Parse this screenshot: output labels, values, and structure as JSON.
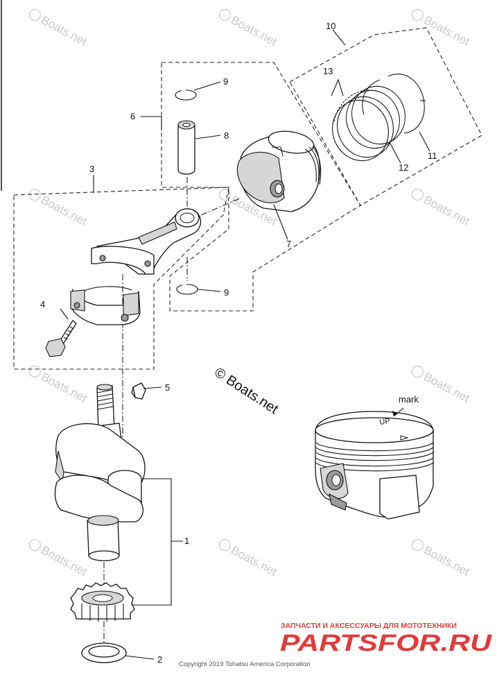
{
  "callouts": [
    {
      "id": "1",
      "label": "1"
    },
    {
      "id": "2",
      "label": "2"
    },
    {
      "id": "3",
      "label": "3"
    },
    {
      "id": "4",
      "label": "4"
    },
    {
      "id": "5",
      "label": "5"
    },
    {
      "id": "6",
      "label": "6"
    },
    {
      "id": "7",
      "label": "7"
    },
    {
      "id": "8",
      "label": "8"
    },
    {
      "id": "9a",
      "label": "9"
    },
    {
      "id": "9b",
      "label": "9"
    },
    {
      "id": "10",
      "label": "10"
    },
    {
      "id": "11",
      "label": "11"
    },
    {
      "id": "12",
      "label": "12"
    },
    {
      "id": "13",
      "label": "13"
    }
  ],
  "mark_label": "mark",
  "piston_marking": "UP",
  "center_watermark": "© Boats.net",
  "watermark_text": "Boats.net",
  "vendor_tagline": "ЗАПЧАСТИ И АКСЕССУАРЫ ДЛЯ МОТОТЕХНИКИ",
  "vendor_logo": "PARTSFOR.RU",
  "copyright": "Copyright 2019 Tohatsu America Corporation",
  "colors": {
    "line": "#111111",
    "watermark": "#c9c9c9",
    "vendor": "#e23a3a"
  }
}
